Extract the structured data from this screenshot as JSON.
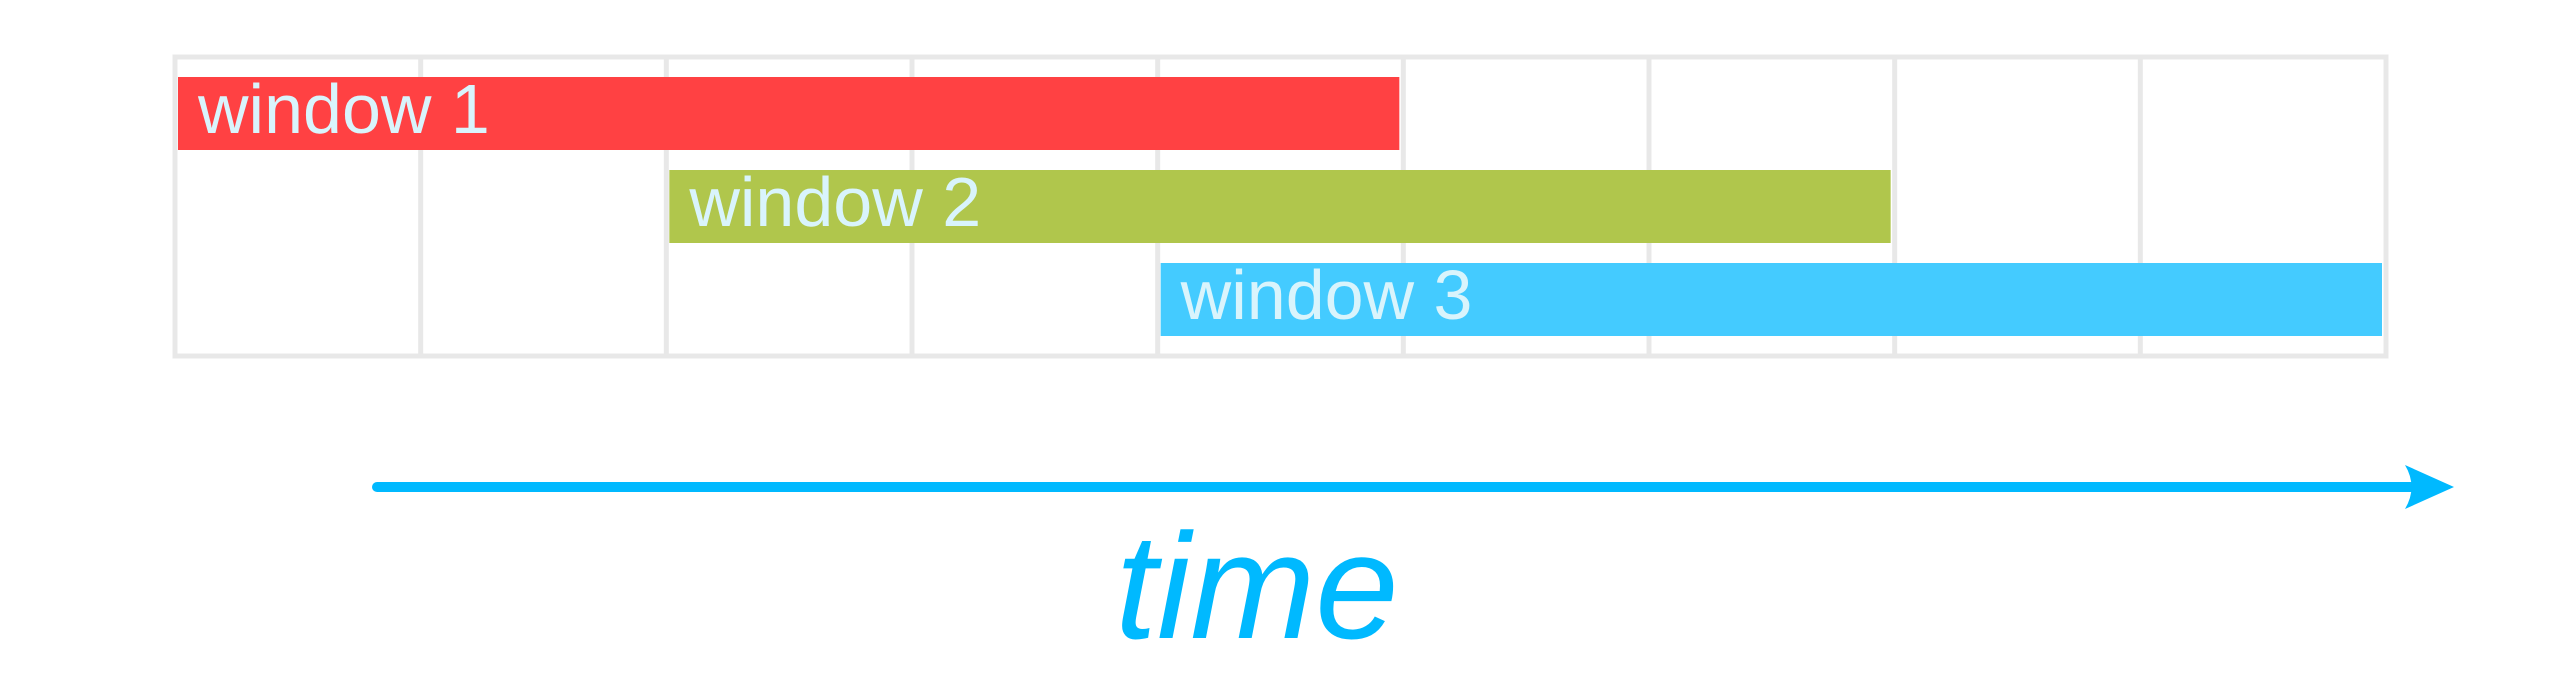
{
  "grid": {
    "columns": 9,
    "line_color": "#e8e8e8"
  },
  "windows": [
    {
      "label": "window 1",
      "start": 0,
      "end": 5,
      "color": "#ff3b3d"
    },
    {
      "label": "window 2",
      "start": 2,
      "end": 7,
      "color": "#adc446"
    },
    {
      "label": "window 3",
      "start": 4,
      "end": 9,
      "color": "#3ec9ff"
    }
  ],
  "label_color": "#d9f4fc",
  "axis": {
    "label": "time",
    "color": "#00b9ff"
  }
}
